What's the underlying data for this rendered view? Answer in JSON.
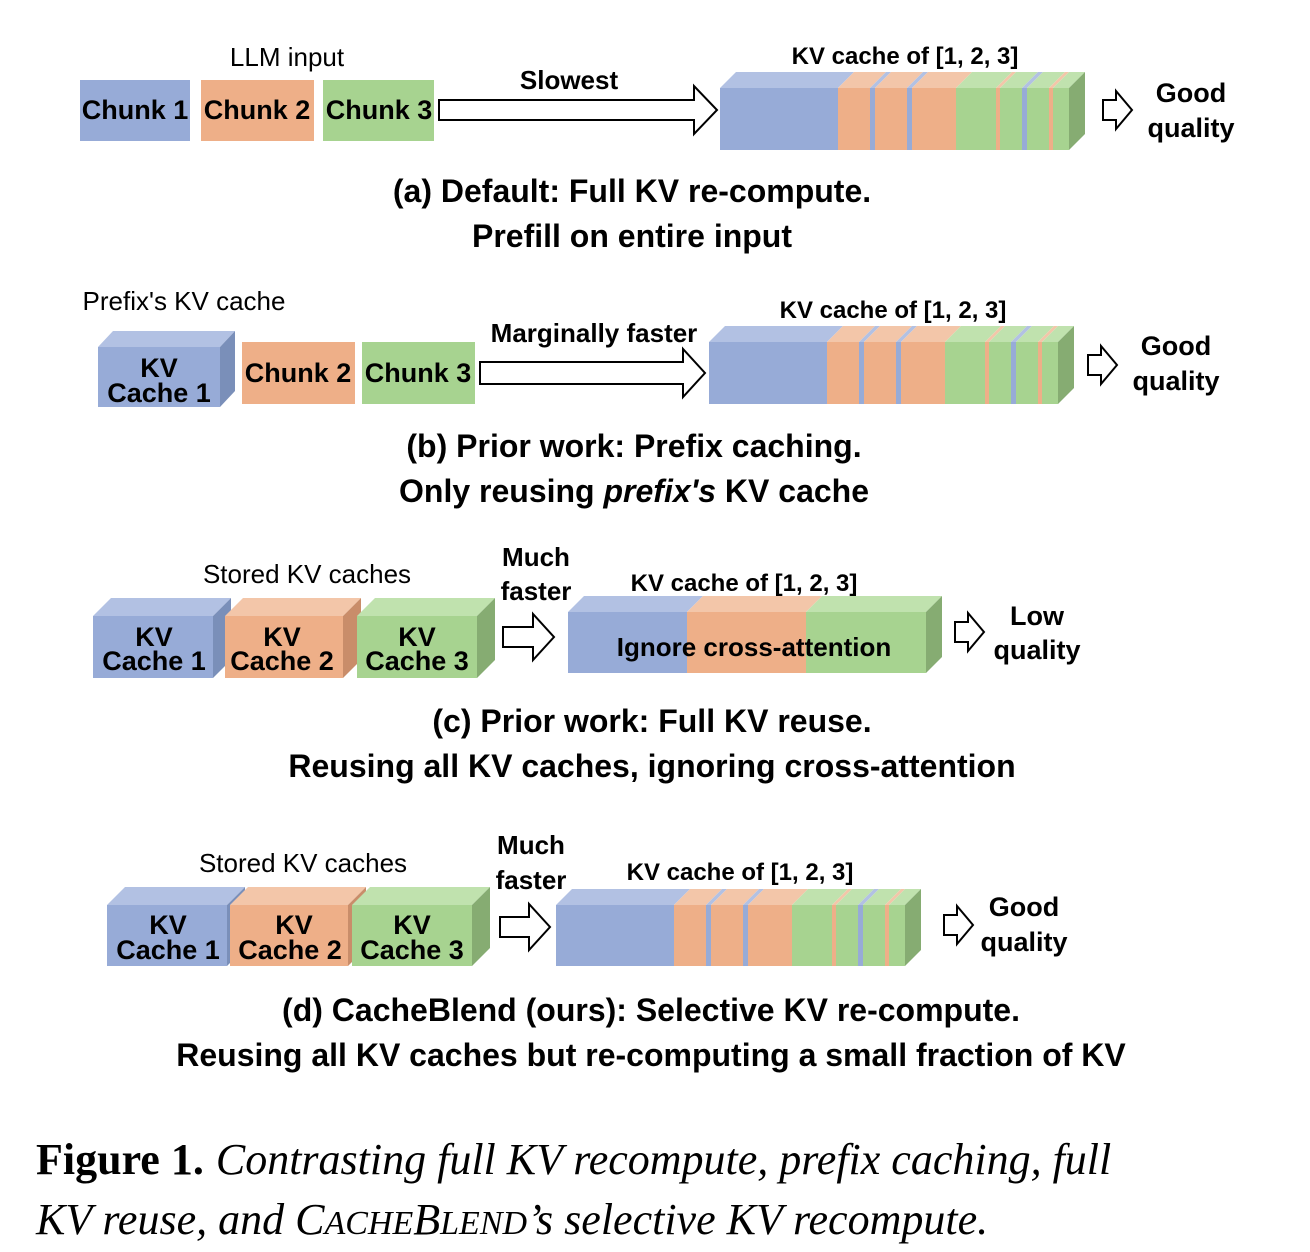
{
  "colors": {
    "blue": "#97abd7",
    "blue_side": "#7a8fb9",
    "blue_top": "#b2c1e3",
    "orange": "#eeaf88",
    "orange_side": "#c98d6a",
    "orange_top": "#f3c6a9",
    "green": "#a7d390",
    "green_side": "#86ac72",
    "green_top": "#c0e2ae"
  },
  "panel_a": {
    "input_label": "LLM input",
    "chunk1": "Chunk 1",
    "chunk2": "Chunk 2",
    "chunk3": "Chunk 3",
    "arrow_label": "Slowest",
    "kv_label": "KV cache of [1, 2, 3]",
    "quality_l1": "Good",
    "quality_l2": "quality",
    "caption_l1": "(a) Default: Full KV re-compute.",
    "caption_l2": "Prefill on entire input"
  },
  "panel_b": {
    "prefix_label": "Prefix's KV cache",
    "kv1_l1": "KV",
    "kv1_l2": "Cache 1",
    "chunk2": "Chunk 2",
    "chunk3": "Chunk 3",
    "arrow_label": "Marginally faster",
    "kv_label": "KV cache of [1, 2, 3]",
    "quality_l1": "Good",
    "quality_l2": "quality",
    "caption_l1": "(b) Prior work: Prefix caching.",
    "caption_l2_pre": "Only reusing ",
    "caption_l2_em": "prefix's",
    "caption_l2_post": " KV cache"
  },
  "panel_c": {
    "stored_label": "Stored KV caches",
    "kv_l1": "KV",
    "c1": "Cache 1",
    "c2": "Cache 2",
    "c3": "Cache 3",
    "arrow_l1": "Much",
    "arrow_l2": "faster",
    "kv_label": "KV cache of [1, 2, 3]",
    "ignore_label": "Ignore cross-attention",
    "quality_l1": "Low",
    "quality_l2": "quality",
    "caption_l1": "(c) Prior work: Full KV reuse.",
    "caption_l2": "Reusing all KV caches, ignoring cross-attention"
  },
  "panel_d": {
    "stored_label": "Stored KV caches",
    "kv_l1": "KV",
    "c1": "Cache 1",
    "c2": "Cache 2",
    "c3": "Cache 3",
    "arrow_l1": "Much",
    "arrow_l2": "faster",
    "kv_label": "KV cache of [1, 2, 3]",
    "quality_l1": "Good",
    "quality_l2": "quality",
    "caption_l1": "(d) CacheBlend (ours): Selective KV re-compute.",
    "caption_l2": "Reusing all KV caches but re-computing a small fraction of KV"
  },
  "figure_caption": {
    "label": "Figure 1.",
    "text_l1": "Contrasting full KV recompute, prefix caching, full",
    "text_l2_pre": "KV reuse, and ",
    "name_C": "C",
    "name_ache": "ACHE",
    "name_B": "B",
    "name_lend": "LEND",
    "text_l2_post": "’s selective KV recompute."
  }
}
